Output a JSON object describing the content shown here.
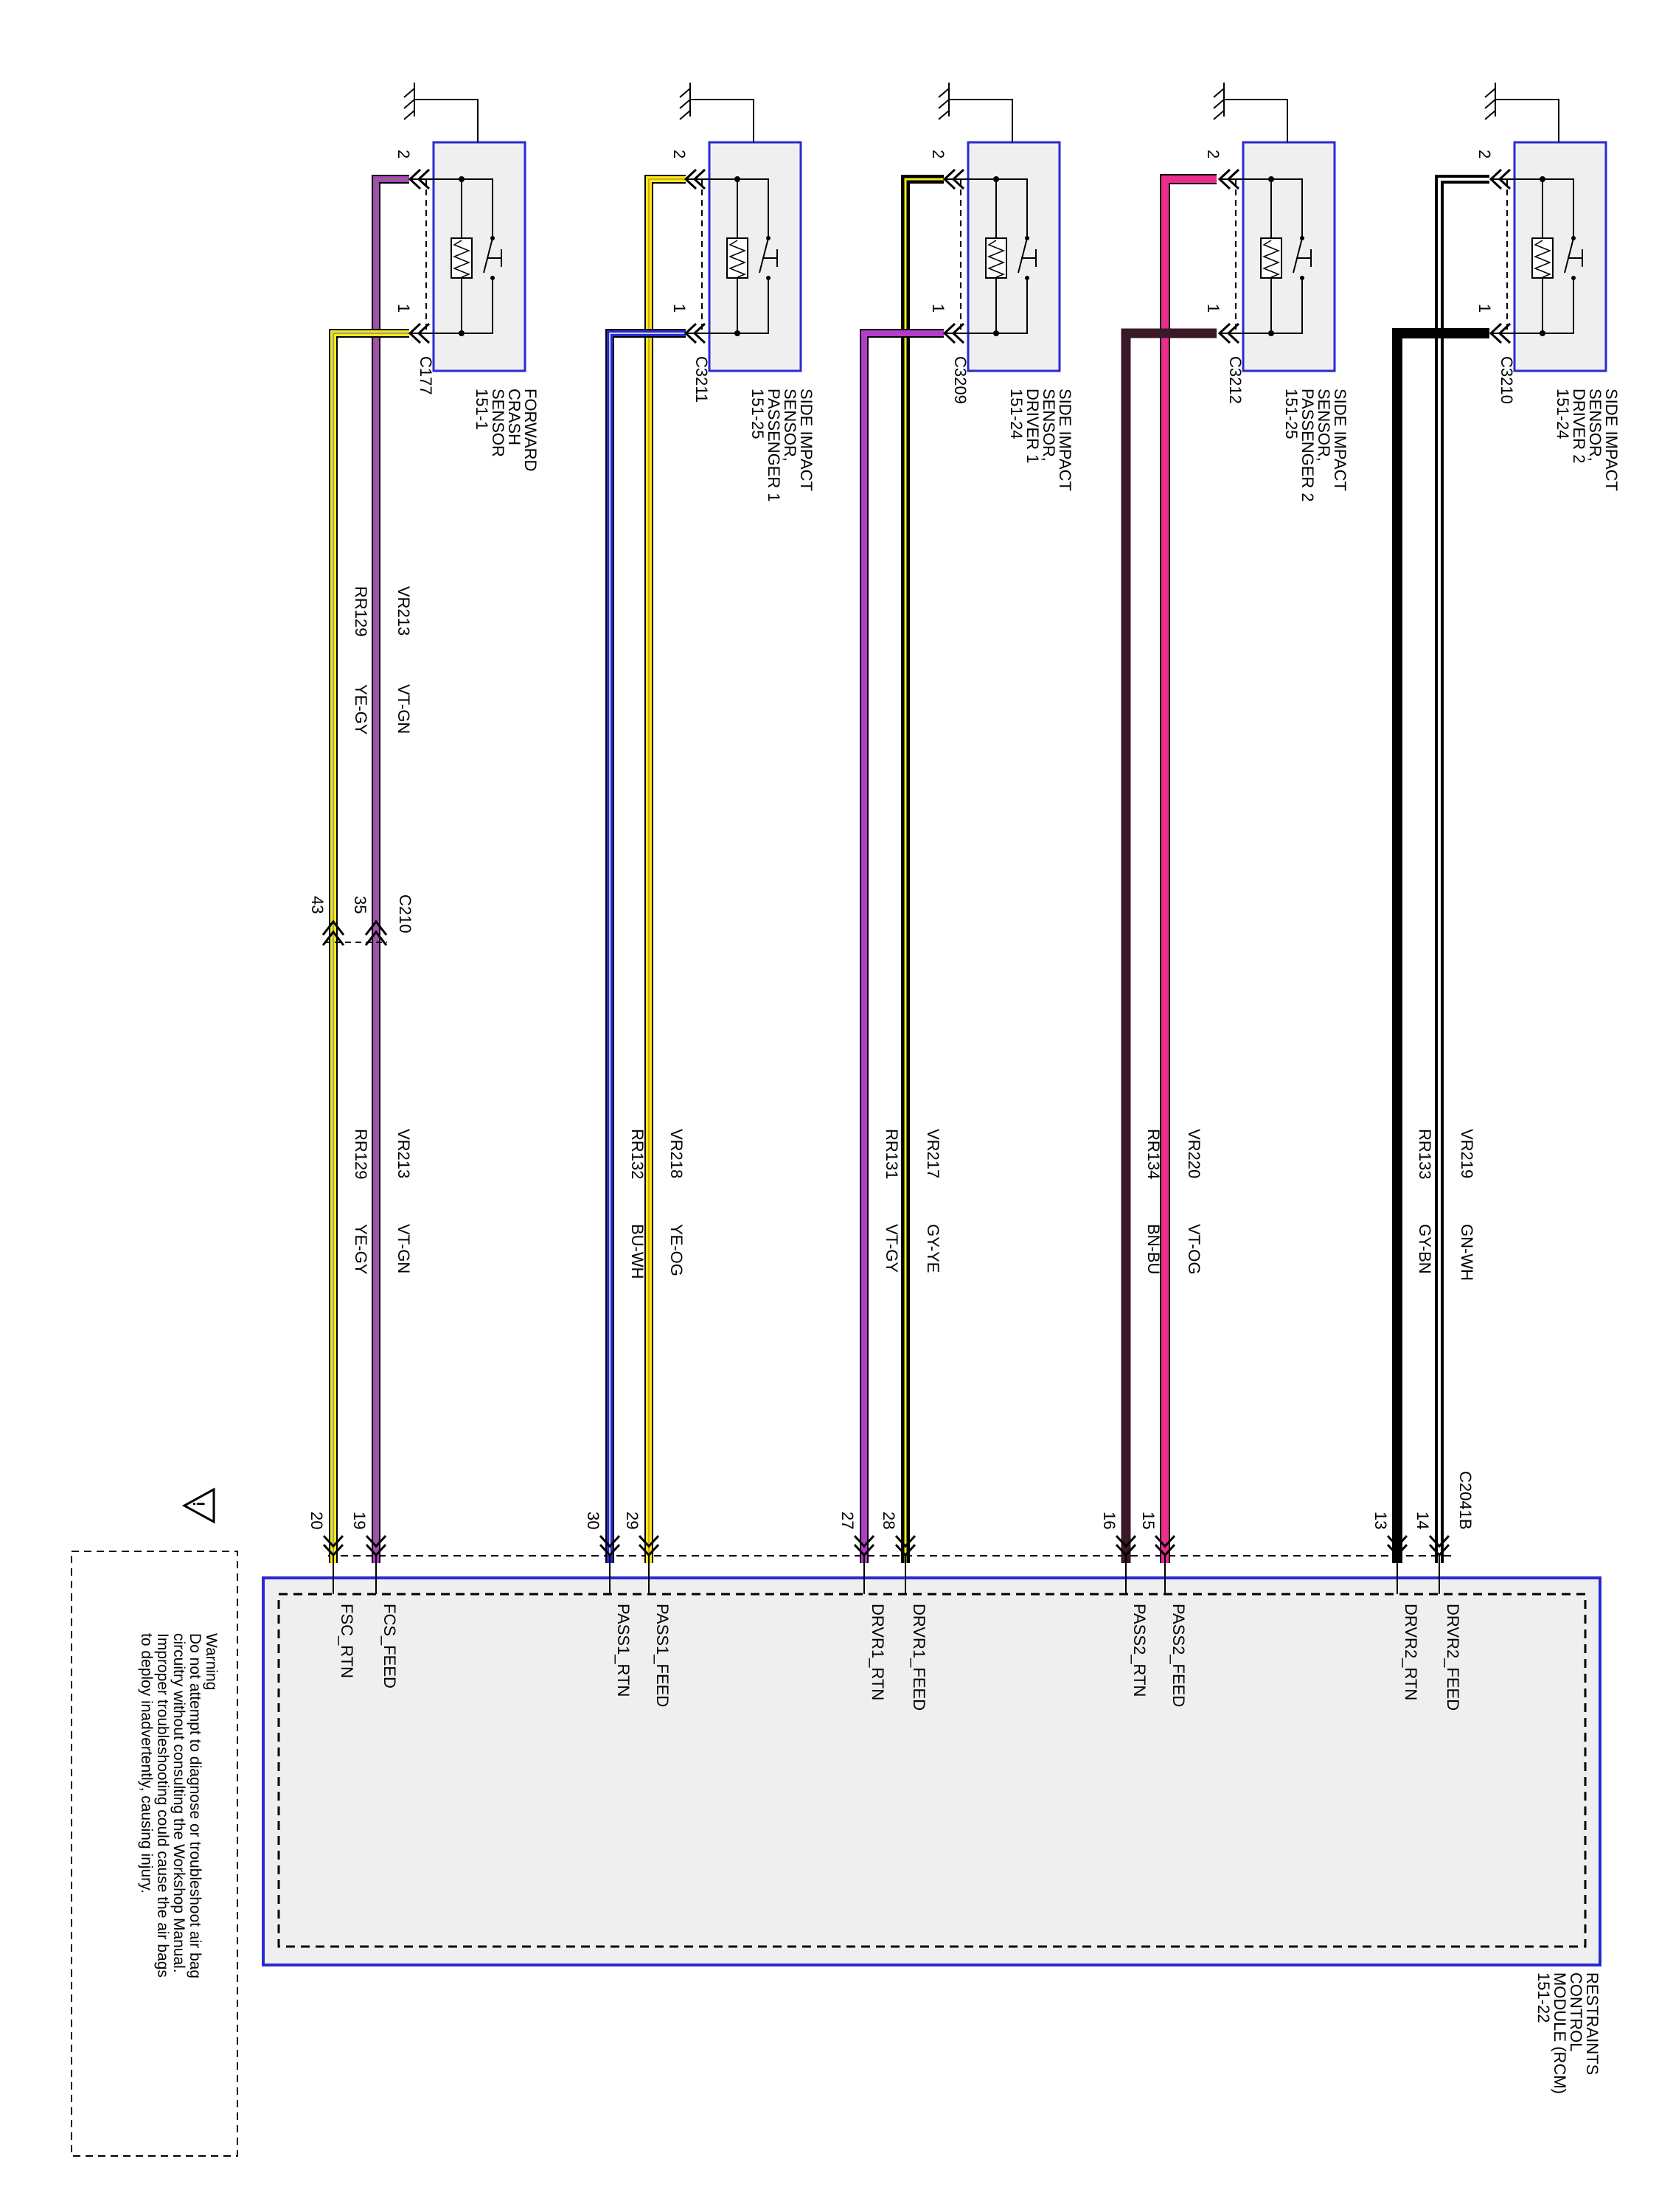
{
  "sensors": [
    {
      "name": [
        "FORWARD",
        "CRASH",
        "SENSOR",
        "151-1"
      ],
      "connector": "C177",
      "pin_top": "2",
      "pin_bottom": "1"
    },
    {
      "name": [
        "SIDE IMPACT",
        "SENSOR,",
        "PASSENGER 1",
        "151-25"
      ],
      "connector": "C3211",
      "pin_top": "2",
      "pin_bottom": "1"
    },
    {
      "name": [
        "SIDE IMPACT",
        "SENSOR,",
        "DRIVER 1",
        "151-24"
      ],
      "connector": "C3209",
      "pin_top": "2",
      "pin_bottom": "1"
    },
    {
      "name": [
        "SIDE IMPACT",
        "SENSOR,",
        "PASSENGER 2",
        "151-25"
      ],
      "connector": "C3212",
      "pin_top": "2",
      "pin_bottom": "1"
    },
    {
      "name": [
        "SIDE IMPACT",
        "SENSOR,",
        "DRIVER 2",
        "151-24"
      ],
      "connector": "C3210",
      "pin_top": "2",
      "pin_bottom": "1"
    }
  ],
  "inline_connector": {
    "name": "C210",
    "pins": [
      "43",
      "35"
    ]
  },
  "inline_wires": [
    {
      "circuit": "VR213",
      "color": "VT-GN"
    },
    {
      "circuit": "RR129",
      "color": "YE-GY"
    }
  ],
  "wires": [
    {
      "circuit": "VR213",
      "color": "VT-GN",
      "pin": "19",
      "signal": "FCS_FEED"
    },
    {
      "circuit": "RR129",
      "color": "YE-GY",
      "pin": "20",
      "signal": "FSC_RTN"
    },
    {
      "circuit": "VR218",
      "color": "YE-OG",
      "pin": "29",
      "signal": "PASS1_FEED"
    },
    {
      "circuit": "RR132",
      "color": "BU-WH",
      "pin": "30",
      "signal": "PASS1_RTN"
    },
    {
      "circuit": "VR217",
      "color": "GY-YE",
      "pin": "28",
      "signal": "DRVR1_FEED"
    },
    {
      "circuit": "RR131",
      "color": "VT-GY",
      "pin": "27",
      "signal": "DRVR1_RTN"
    },
    {
      "circuit": "VR220",
      "color": "VT-OG",
      "pin": "15",
      "signal": "PASS2_FEED"
    },
    {
      "circuit": "RR134",
      "color": "BN-BU",
      "pin": "16",
      "signal": "PASS2_RTN"
    },
    {
      "circuit": "VR219",
      "color": "GN-WH",
      "pin": "14",
      "signal": "DRVR2_FEED"
    },
    {
      "circuit": "RR133",
      "color": "GY-BN",
      "pin": "13",
      "signal": "DRVR2_RTN"
    }
  ],
  "module": {
    "name": [
      "RESTRAINTS",
      "CONTROL",
      "MODULE (RCM)",
      "151-22"
    ],
    "connector": "C2041B"
  },
  "warning": {
    "symbol": "!",
    "lines": [
      "Warning",
      "Do not attempt to diagnose or troubleshoot air bag",
      "circuitry without consulting the Workshop Manual.",
      "Improper troubleshooting could cause the air bags",
      "to deploy inadvertently, causing injury."
    ]
  },
  "colors": {
    "yellow": "#f2ea1e",
    "violet": "#b33cc8",
    "blue": "#2a2ad0",
    "pink": "#ea2e8e",
    "black": "#000000",
    "brown": "#3a1828",
    "box_outline": "#2a2ad0",
    "box_fill": "#efefef"
  }
}
